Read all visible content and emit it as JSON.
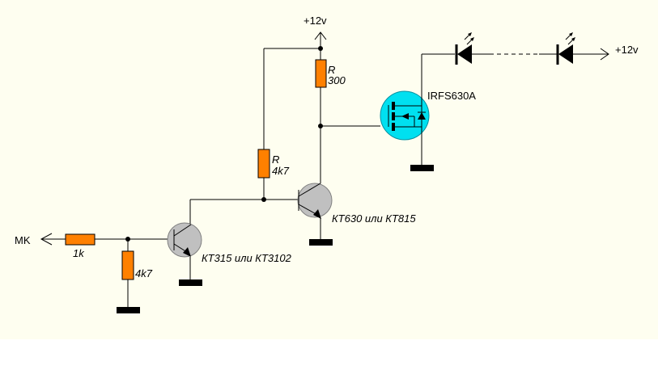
{
  "colors": {
    "background": "#fefef0",
    "page_bottom": "#ffffff",
    "wire": "#000000",
    "resistor_fill": "#ff8000",
    "bjt_fill": "#c0c0c0",
    "mosfet_fill": "#00e0f0"
  },
  "labels": {
    "input": "MK",
    "supply_top": "+12v",
    "supply_right": "+12v",
    "r_input": "1k",
    "r_pulldown": "4k7",
    "r_base_name": "R",
    "r_base_value": "4k7",
    "r_drain_name": "R",
    "r_drain_value": "300",
    "q1": "КТ315 или КТ3102",
    "q2": "КТ630 или КТ815",
    "mosfet": "IRFS630A"
  },
  "components": [
    {
      "id": "R1",
      "type": "resistor",
      "value": "1k"
    },
    {
      "id": "R2",
      "type": "resistor",
      "value": "4k7"
    },
    {
      "id": "R3",
      "type": "resistor",
      "value": "4k7"
    },
    {
      "id": "R4",
      "type": "resistor",
      "value": "300"
    },
    {
      "id": "Q1",
      "type": "npn-transistor",
      "part": "КТ315 или КТ3102"
    },
    {
      "id": "Q2",
      "type": "npn-transistor",
      "part": "КТ630 или КТ815"
    },
    {
      "id": "Q3",
      "type": "n-mosfet",
      "part": "IRFS630A"
    },
    {
      "id": "LED-chain",
      "type": "led-series",
      "count_shown": 2
    }
  ]
}
